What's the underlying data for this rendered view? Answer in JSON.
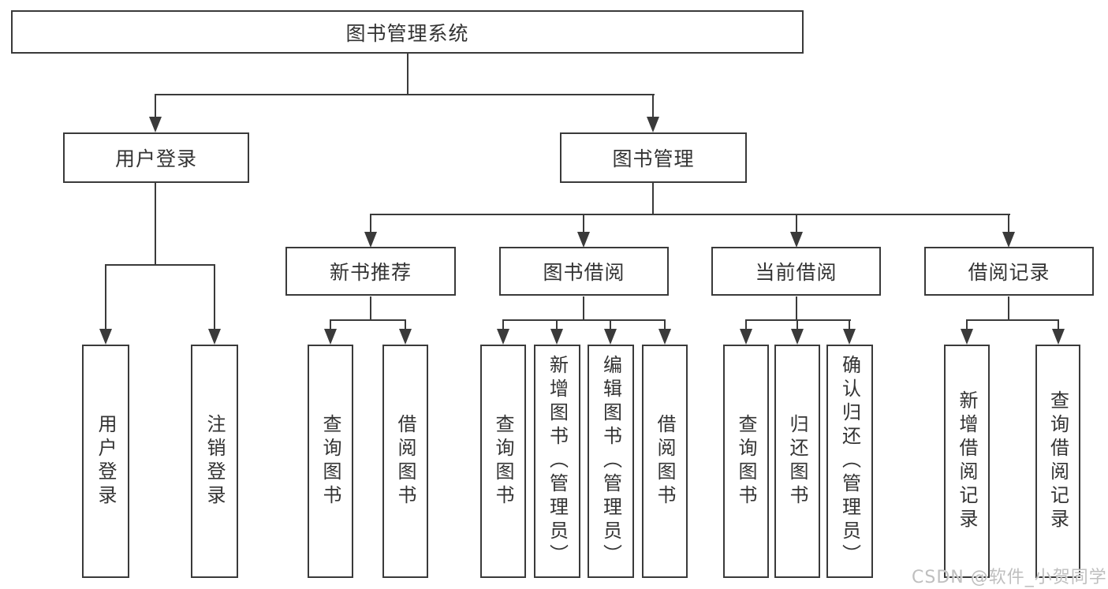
{
  "diagram": {
    "type": "tree",
    "root": {
      "label": "图书管理系统",
      "children": [
        {
          "label": "用户登录",
          "children": [
            {
              "label": "用户登录"
            },
            {
              "label": "注销登录"
            }
          ]
        },
        {
          "label": "图书管理",
          "children": [
            {
              "label": "新书推荐",
              "children": [
                {
                  "label": "查询图书"
                },
                {
                  "label": "借阅图书"
                }
              ]
            },
            {
              "label": "图书借阅",
              "children": [
                {
                  "label": "查询图书"
                },
                {
                  "label": "新增图书（管理员）"
                },
                {
                  "label": "编辑图书（管理员）"
                },
                {
                  "label": "借阅图书"
                }
              ]
            },
            {
              "label": "当前借阅",
              "children": [
                {
                  "label": "查询图书"
                },
                {
                  "label": "归还图书"
                },
                {
                  "label": "确认归还（管理员）"
                }
              ]
            },
            {
              "label": "借阅记录",
              "children": [
                {
                  "label": "新增借阅记录"
                },
                {
                  "label": "查询借阅记录"
                }
              ]
            }
          ]
        }
      ]
    }
  },
  "watermark": "CSDN @软件_小贺同学",
  "colors": {
    "line": "#3a3a3a",
    "text": "#333333",
    "box_bg": "#ffffff",
    "background": "#ffffff",
    "watermark": "#bfbfbf"
  }
}
